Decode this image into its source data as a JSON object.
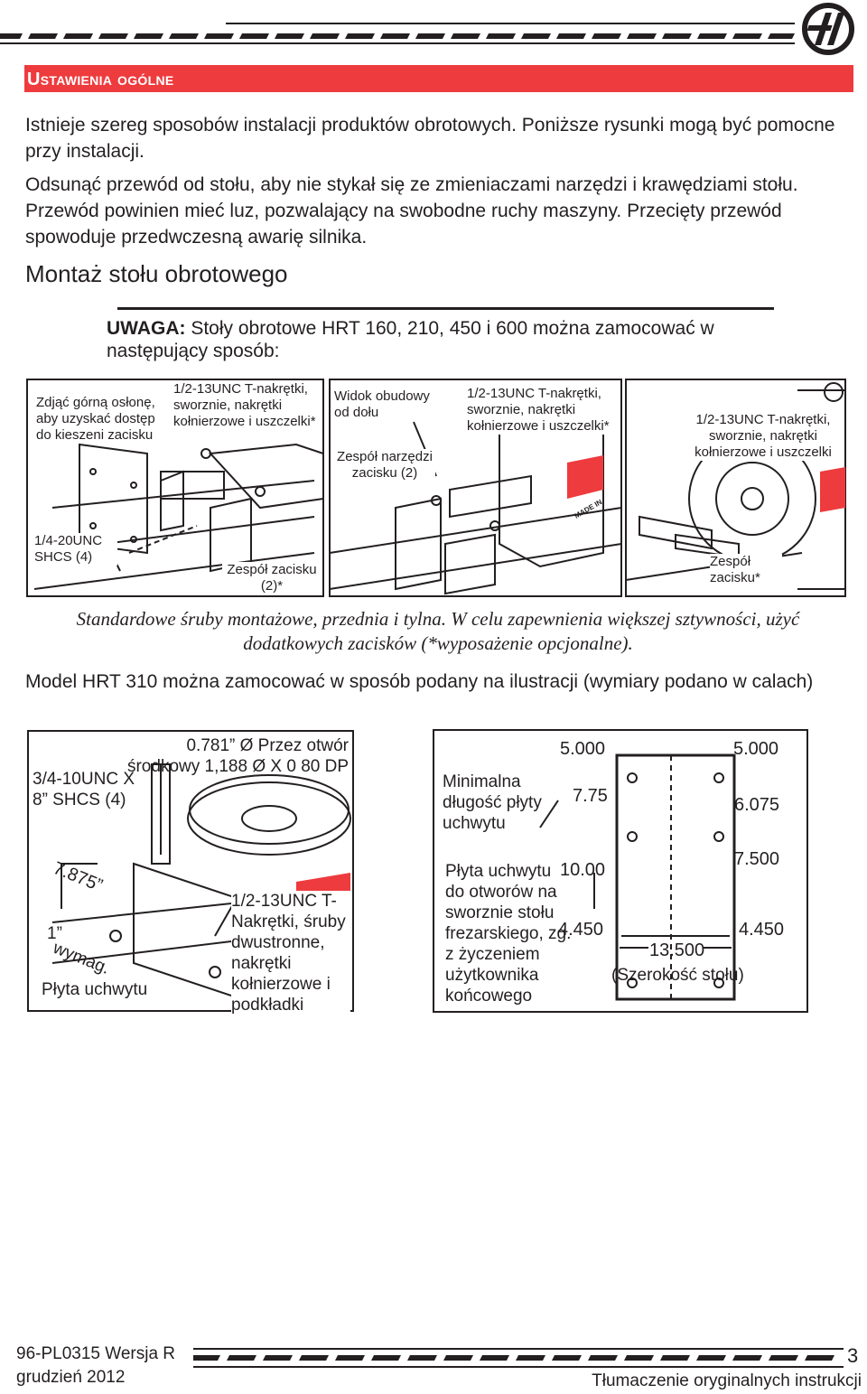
{
  "header": {
    "section_title": "Ustawienia ogólne"
  },
  "intro": {
    "p1": "Istnieje szereg sposobów instalacji produktów obrotowych. Poniższe rysunki mogą być pomocne przy instalacji.",
    "p2": "Odsunąć przewód od stołu, aby nie stykał się ze zmieniaczami narzędzi i krawędziami stołu. Przewód powinien mieć luz, pozwalający na swobodne ruchy maszyny. Przecięty przewód spowoduje przedwczesną awarię silnika."
  },
  "mounting": {
    "heading": "Montaż stołu obrotowego",
    "note_label": "UWAGA:",
    "note_text": " Stoły obrotowe HRT 160, 210, 450 i 600 można zamocować w następujący sposób:"
  },
  "figure1": {
    "left_top": "Zdjąć górną osłonę, aby uzyskać dostęp do kieszeni zacisku",
    "left_tnuts": "1/2-13UNC T-nakrętki, sworznie, nakrętki kołnierzowe i uszczelki*",
    "left_shcs": "1/4-20UNC SHCS (4)",
    "left_clamp": "Zespół zacisku (2)*",
    "mid_view": "Widok obudowy od dołu",
    "mid_tool": "Zespół narzędzi zacisku (2)",
    "mid_tnuts": "1/2-13UNC T-nakrętki, sworznie, nakrętki kołnierzowe i uszczelki*",
    "right_tnuts": "1/2-13UNC T-nakrętki, sworznie, nakrętki kołnierzowe i uszczelki",
    "right_clamp": "Zespół zacisku*",
    "made_in": "MADE IN"
  },
  "caption": "Standardowe śruby montażowe, przednia i tylna. W celu zapewnienia większej sztywności, użyć dodatkowych zacisków (*wyposażenie opcjonalne).",
  "hrt310": {
    "text": "Model HRT 310 można zamocować w sposób podany na ilustracji (wymiary podano w calach)"
  },
  "figure2": {
    "hole": "0.781” Ø Przez otwór środkowy 1,188 Ø X 0 80 DP",
    "shcs": "3/4-10UNC X 8” SHCS (4)",
    "dim_7875": "7.875”",
    "dim_1": "1”",
    "wymag": "wymag.",
    "plate": "Płyta uchwytu",
    "tnuts": "1/2-13UNC T-Nakrętki, śruby dwustronne, nakrętki kołnierzowe i podkładki"
  },
  "figure3": {
    "min_length": "Minimalna długość płyty uchwytu",
    "plate_holes": "Płyta uchwytu do otworów na sworznie stołu frezarskiego, zg. z życzeniem użytkownika końcowego",
    "width_label": "(Szerokość stołu)",
    "dims": {
      "d5000a": "5.000",
      "d5000b": "5.000",
      "d775": "7.75",
      "d6075": "6.075",
      "d7500": "7.500",
      "d1000": "10.00",
      "d4450a": "4.450",
      "d4450b": "4.450",
      "d13500": "13.500"
    }
  },
  "footer": {
    "doc_id": "96-PL0315 Wersja R",
    "date": "grudzień 2012",
    "page": "3",
    "translation": "Tłumaczenie oryginalnych instrukcji"
  },
  "colors": {
    "accent": "#ee3b3e",
    "text": "#231f20"
  }
}
